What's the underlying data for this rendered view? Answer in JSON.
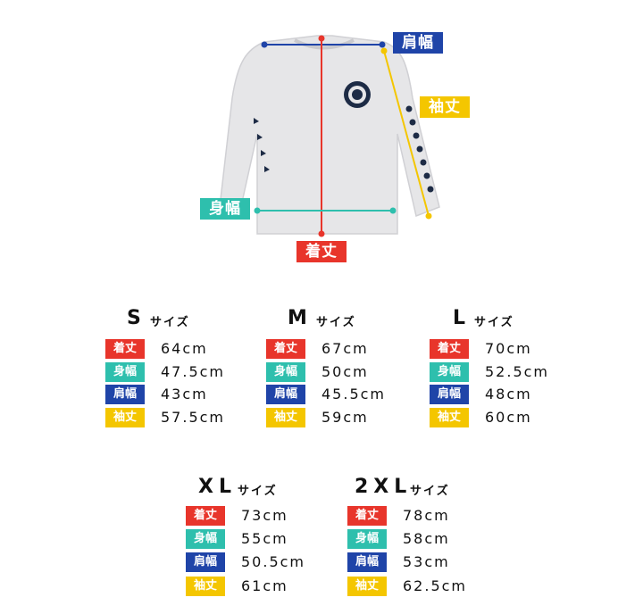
{
  "colors": {
    "length": "#e8352b",
    "width": "#2ebfad",
    "shoulder": "#1f44a8",
    "sleeve": "#f4c600"
  },
  "diagram": {
    "shoulder_label": "肩幅",
    "sleeve_label": "袖丈",
    "width_label": "身幅",
    "length_label": "着丈"
  },
  "size_word": "サイズ",
  "sizes": [
    {
      "name": "S",
      "rows": [
        {
          "label": "着丈",
          "value": "64cm"
        },
        {
          "label": "身幅",
          "value": "47.5cm"
        },
        {
          "label": "肩幅",
          "value": "43cm"
        },
        {
          "label": "袖丈",
          "value": "57.5cm"
        }
      ]
    },
    {
      "name": "M",
      "rows": [
        {
          "label": "着丈",
          "value": "67cm"
        },
        {
          "label": "身幅",
          "value": "50cm"
        },
        {
          "label": "肩幅",
          "value": "45.5cm"
        },
        {
          "label": "袖丈",
          "value": "59cm"
        }
      ]
    },
    {
      "name": "L",
      "rows": [
        {
          "label": "着丈",
          "value": "70cm"
        },
        {
          "label": "身幅",
          "value": "52.5cm"
        },
        {
          "label": "肩幅",
          "value": "48cm"
        },
        {
          "label": "袖丈",
          "value": "60cm"
        }
      ]
    },
    {
      "name": "XL",
      "rows": [
        {
          "label": "着丈",
          "value": "73cm"
        },
        {
          "label": "身幅",
          "value": "55cm"
        },
        {
          "label": "肩幅",
          "value": "50.5cm"
        },
        {
          "label": "袖丈",
          "value": "61cm"
        }
      ]
    },
    {
      "name": "2XL",
      "rows": [
        {
          "label": "着丈",
          "value": "78cm"
        },
        {
          "label": "身幅",
          "value": "58cm"
        },
        {
          "label": "肩幅",
          "value": "53cm"
        },
        {
          "label": "袖丈",
          "value": "62.5cm"
        }
      ]
    }
  ]
}
